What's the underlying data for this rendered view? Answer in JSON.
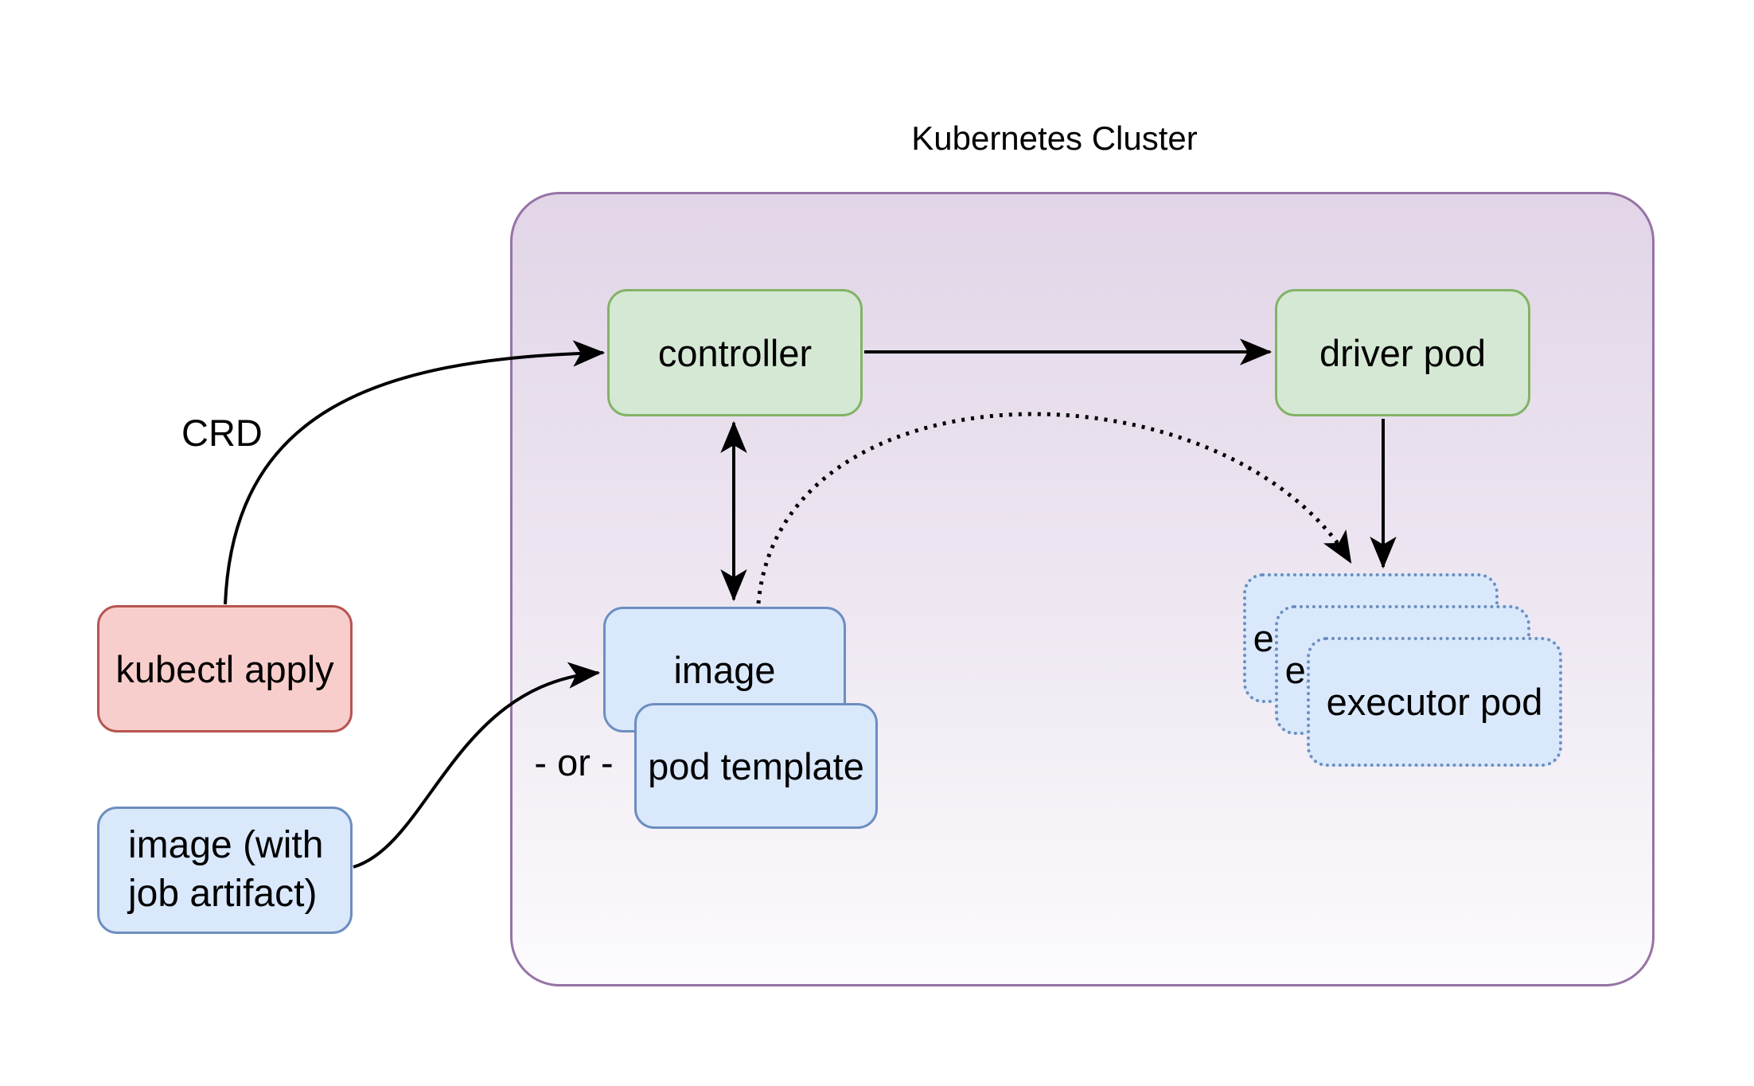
{
  "diagram_title": "Kubernetes Cluster",
  "nodes": {
    "kubectl_apply": {
      "label": "kubectl apply"
    },
    "image_with_artifact": {
      "label_line1": "image (with",
      "label_line2": "job artifact)"
    },
    "controller": {
      "label": "controller"
    },
    "driver_pod": {
      "label": "driver pod"
    },
    "image": {
      "label": "image"
    },
    "pod_template": {
      "label": "pod template"
    },
    "executor_pod": {
      "label": "executor pod",
      "stacked_count": 3
    }
  },
  "edge_labels": {
    "crd": "CRD",
    "or": "- or -"
  },
  "edges": [
    {
      "from": "kubectl apply",
      "to": "controller",
      "label": "CRD",
      "style": "solid-curve",
      "arrow": "end"
    },
    {
      "from": "controller",
      "to": "driver pod",
      "style": "solid-straight",
      "arrow": "end"
    },
    {
      "from": "controller",
      "to": "image",
      "style": "solid-straight",
      "arrow": "both"
    },
    {
      "from": "image",
      "to": "executor pods",
      "style": "dotted-curve",
      "arrow": "end"
    },
    {
      "from": "driver pod",
      "to": "executor pods",
      "style": "solid-straight",
      "arrow": "end"
    },
    {
      "from": "image (with job artifact)",
      "to": "image",
      "label": "- or -",
      "style": "solid-curve",
      "arrow": "end"
    }
  ],
  "colors": {
    "green_fill": "#d5e8d4",
    "green_stroke": "#82b366",
    "blue_fill": "#dae8fc",
    "blue_stroke": "#6c8ebf",
    "red_fill": "#f8cecc",
    "red_stroke": "#b85450",
    "purple_stroke": "#9673a6",
    "purple_fill_top": "#e1d5e7",
    "purple_fill_bottom": "#fcfbfd",
    "arrow": "#000000",
    "text": "#000000",
    "background": "#ffffff"
  }
}
